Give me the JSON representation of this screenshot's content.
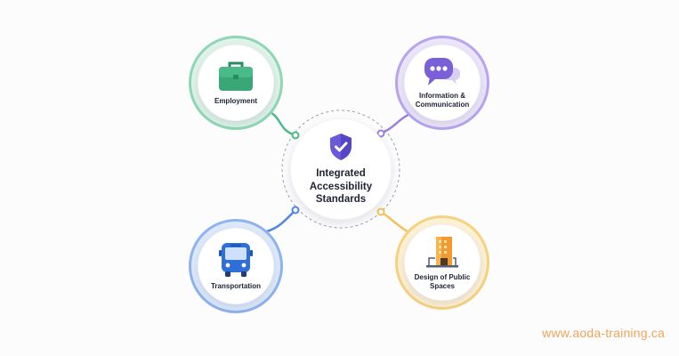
{
  "diagram": {
    "center": {
      "title": "Integrated Accessibility Standards",
      "icon": "shield-check-icon"
    },
    "nodes": [
      {
        "id": "employment",
        "label": "Employment",
        "icon": "briefcase-icon",
        "color": "#4fb98a"
      },
      {
        "id": "information",
        "label": "Information & Communication",
        "icon": "chat-bubble-icon",
        "color": "#9a7fe0"
      },
      {
        "id": "transportation",
        "label": "Transportation",
        "icon": "bus-icon",
        "color": "#4f86e0"
      },
      {
        "id": "public-spaces",
        "label": "Design of Public Spaces",
        "icon": "building-icon",
        "color": "#f2c25a"
      }
    ]
  },
  "watermark": "www.aoda-training.ca"
}
